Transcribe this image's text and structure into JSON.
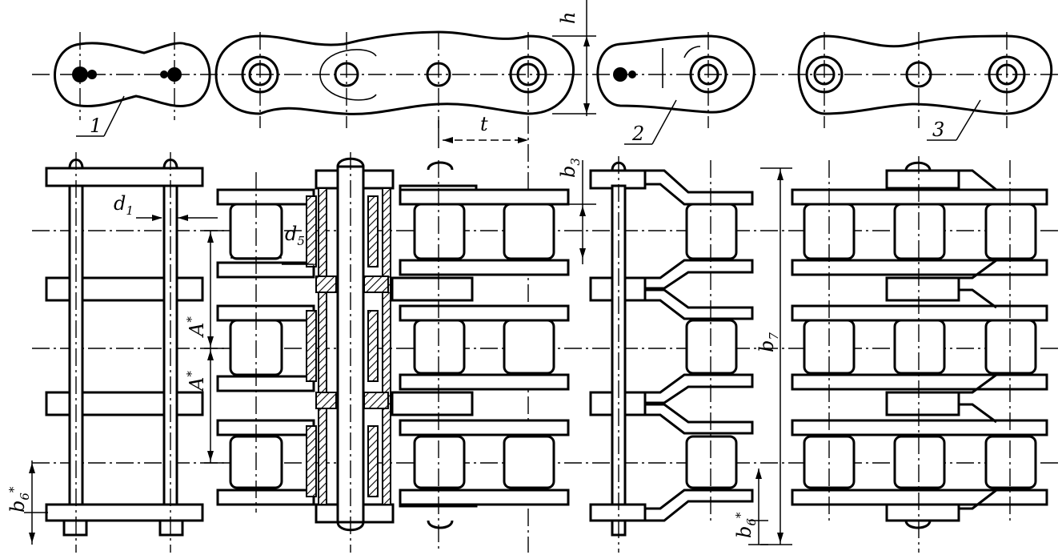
{
  "figure": {
    "part_labels": [
      "1",
      "2",
      "3"
    ],
    "dimension_labels": {
      "pitch": "t",
      "height": "h",
      "pin_diameter": "d1",
      "roller_diameter": "d5",
      "inner_width": "b3",
      "total_width": "b7",
      "pin_protrusion": "b6*",
      "strand_spacing": "A*"
    },
    "label_parts": {
      "d1": {
        "base": "d",
        "sub": "1"
      },
      "d5": {
        "base": "d",
        "sub": "5"
      },
      "b3": {
        "base": "b",
        "sub": "3"
      },
      "b7": {
        "base": "b",
        "sub": "7"
      },
      "b6": {
        "base": "b",
        "sub": "6",
        "sup": "*"
      },
      "A": {
        "base": "A",
        "sup": "*"
      }
    },
    "views": [
      "side-view-top",
      "plan-view-bottom"
    ]
  }
}
